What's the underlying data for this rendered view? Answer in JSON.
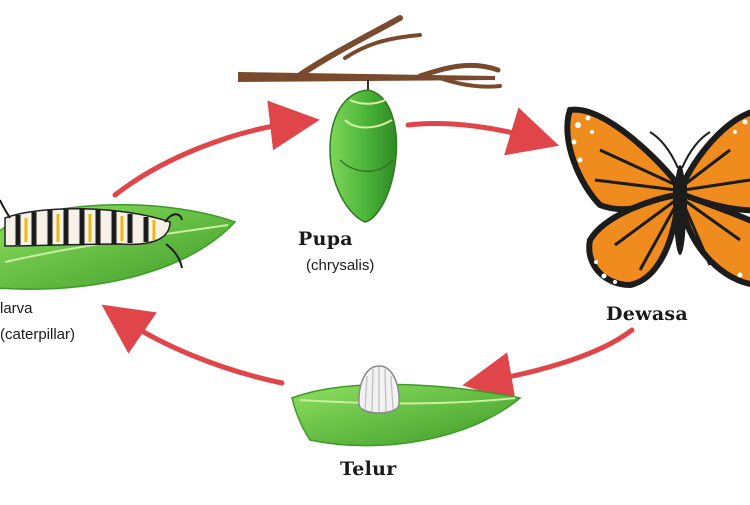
{
  "stages": {
    "pupa": {
      "name": "Pupa",
      "subtitle": "(chrysalis)"
    },
    "adult": {
      "name": "Dewasa"
    },
    "egg": {
      "name": "Telur"
    },
    "larva": {
      "name": "larva",
      "subtitle": "(caterpillar)"
    }
  },
  "colors": {
    "arrow": "#e0454a",
    "leaf": "#5cbf3a",
    "leaf_dark": "#3d9a27",
    "chrysalis": "#4fb83c",
    "branch": "#7a4a2e",
    "wing_orange": "#f08c1e",
    "wing_black": "#1c1c1c"
  }
}
